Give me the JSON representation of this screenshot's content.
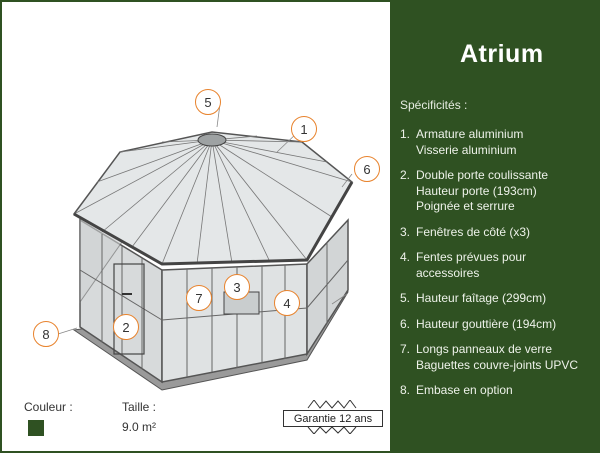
{
  "title": "Atrium",
  "spec_heading": "Spécificités :",
  "specs": [
    {
      "num": "1.",
      "lines": [
        "Armature aluminium",
        "Visserie aluminium"
      ]
    },
    {
      "num": "2.",
      "lines": [
        "Double porte coulissante",
        "Hauteur porte (193cm)",
        "Poignée et serrure"
      ]
    },
    {
      "num": "3.",
      "lines": [
        "Fenêtres de côté (x3)"
      ]
    },
    {
      "num": "4.",
      "lines": [
        "Fentes prévues pour",
        "accessoires"
      ]
    },
    {
      "num": "5.",
      "lines": [
        "Hauteur faîtage (299cm)"
      ]
    },
    {
      "num": "6.",
      "lines": [
        "Hauteur gouttière (194cm)"
      ]
    },
    {
      "num": "7.",
      "lines": [
        "Longs panneaux de verre",
        "Baguettes couvre-joints UPVC"
      ]
    },
    {
      "num": "8.",
      "lines": [
        "Embase en option"
      ]
    }
  ],
  "callouts": [
    "1",
    "2",
    "3",
    "4",
    "5",
    "6",
    "7",
    "8"
  ],
  "couleur_label": "Couleur   :",
  "taille_label": "Taille   :",
  "taille_value": "9.0 m²",
  "badge": "Garantie 12 ans",
  "colors": {
    "panel": "#2f5122",
    "swatch": "#2f5122",
    "callout": "#e8832d"
  }
}
